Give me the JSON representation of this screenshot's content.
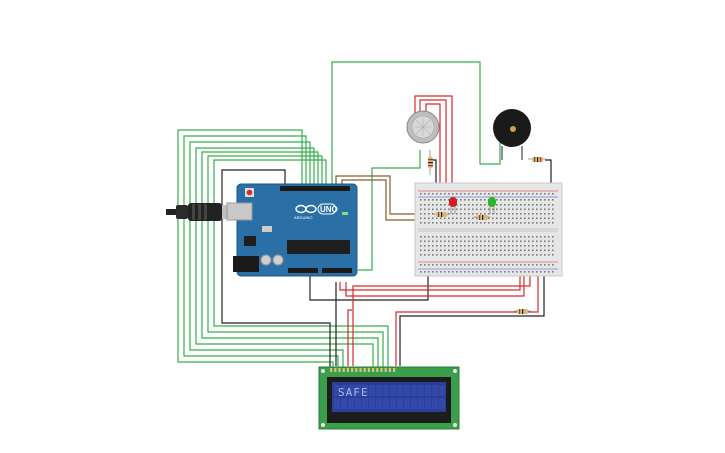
{
  "lcd": {
    "text": "SAFE"
  },
  "arduino": {
    "logo": "UNO",
    "brand": "ARDUINO"
  },
  "colors": {
    "wire_green": "#33b04a",
    "wire_red": "#d42a2a",
    "wire_black": "#222222",
    "wire_brown": "#8a5a2b",
    "board_blue": "#2a6fa6",
    "breadboard": "#e6e6e6",
    "lcd_screen": "#2a3f9a",
    "lcd_pcb": "#3b9e4a"
  },
  "components": [
    {
      "name": "arduino-uno",
      "label": "Arduino Uno"
    },
    {
      "name": "gas-sensor",
      "label": "Gas sensor"
    },
    {
      "name": "piezo-buzzer",
      "label": "Piezo buzzer"
    },
    {
      "name": "red-led",
      "label": "Red LED"
    },
    {
      "name": "green-led",
      "label": "Green LED"
    },
    {
      "name": "lcd-16x2",
      "label": "LCD 16x2"
    },
    {
      "name": "breadboard",
      "label": "Breadboard"
    }
  ]
}
